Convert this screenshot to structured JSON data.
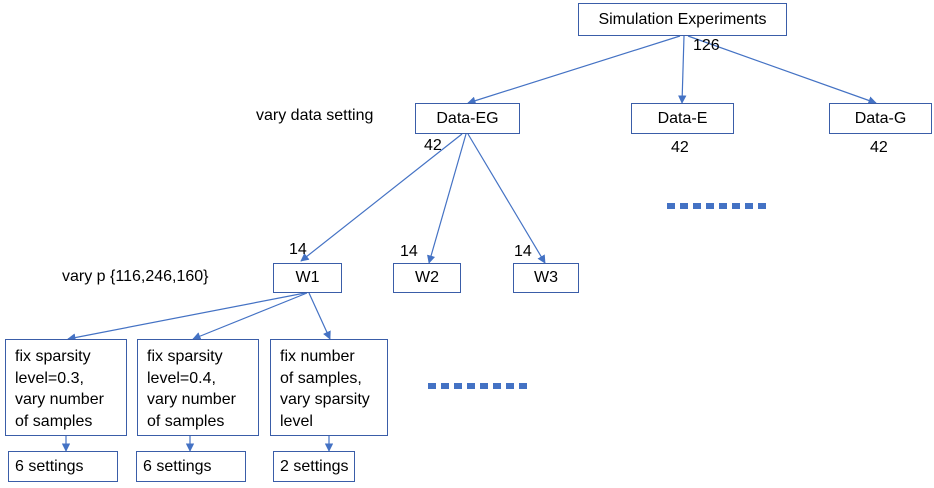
{
  "root": {
    "label": "Simulation Experiments",
    "count": "126"
  },
  "level1": {
    "row_label": "vary data setting",
    "nodes": [
      {
        "label": "Data-EG",
        "count": "42"
      },
      {
        "label": "Data-E",
        "count": "42"
      },
      {
        "label": "Data-G",
        "count": "42"
      }
    ]
  },
  "level2": {
    "row_label": "vary p {116,246,160}",
    "nodes": [
      {
        "label": "W1",
        "count": "14"
      },
      {
        "label": "W2",
        "count": "14"
      },
      {
        "label": "W3",
        "count": "14"
      }
    ]
  },
  "level3": {
    "nodes": [
      {
        "label": "fix sparsity\nlevel=0.3,\nvary number\nof samples",
        "result": "6 settings"
      },
      {
        "label": "fix sparsity\nlevel=0.4,\nvary number\nof samples",
        "result": "6 settings"
      },
      {
        "label": "fix number\nof samples,\nvary sparsity\nlevel",
        "result": "2 settings"
      }
    ]
  },
  "colors": {
    "border": "#3a5da8",
    "arrow": "#4472c4",
    "dots": "#4472c4"
  }
}
